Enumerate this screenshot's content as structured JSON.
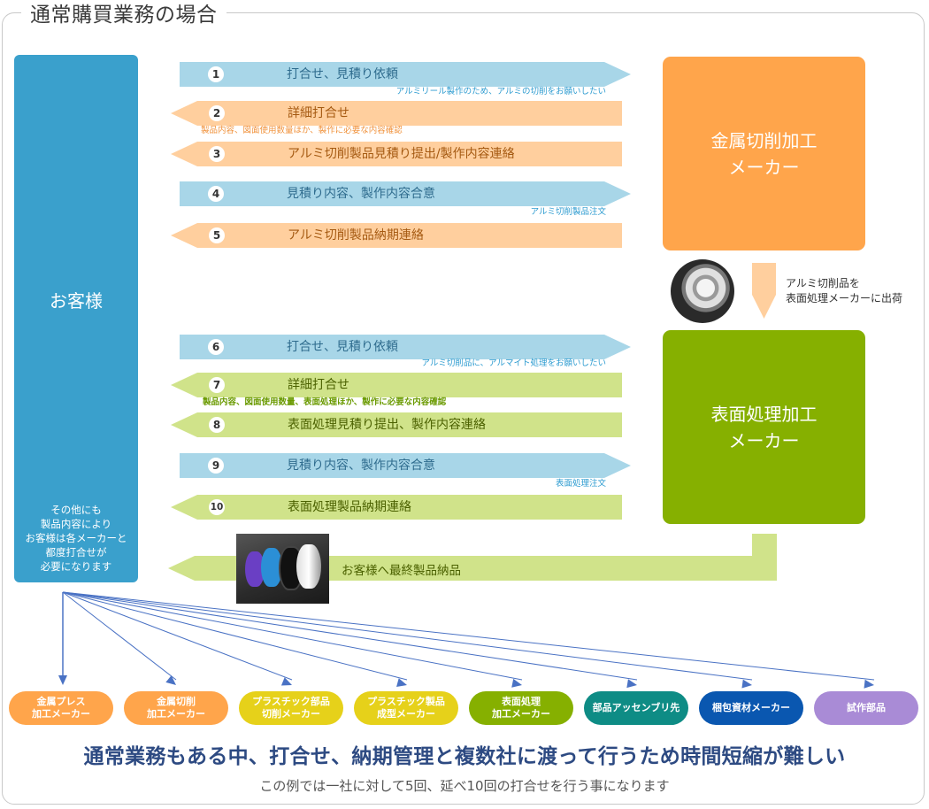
{
  "title": "通常購買業務の場合",
  "customer": {
    "name": "お客様",
    "note": "その他にも\n製品内容により\nお客様は各メーカーと\n都度打合せが\n必要になります",
    "color": "#3aa0cc"
  },
  "makers": {
    "metal_cutting": {
      "name": "金属切削加工\nメーカー",
      "color": "#ffa54b"
    },
    "surface_treatment": {
      "name": "表面処理加工\nメーカー",
      "color": "#86b000"
    }
  },
  "shipment_note": "アルミ切削品を\n表面処理メーカーに出荷",
  "steps": [
    {
      "num": "1",
      "label": "打合せ、見積り依頼",
      "direction": "right",
      "sub": "アルミリール製作のため、アルミの切削をお願いしたい"
    },
    {
      "num": "2",
      "label": "詳細打合せ",
      "direction": "left",
      "sub": "製品内容、図面使用数量ほか、製作に必要な内容確認"
    },
    {
      "num": "3",
      "label": "アルミ切削製品見積り提出/製作内容連絡",
      "direction": "left",
      "sub": ""
    },
    {
      "num": "4",
      "label": "見積り内容、製作内容合意",
      "direction": "right",
      "sub": "アルミ切削製品注文"
    },
    {
      "num": "5",
      "label": "アルミ切削製品納期連絡",
      "direction": "left",
      "sub": ""
    },
    {
      "num": "6",
      "label": "打合せ、見積り依頼",
      "direction": "right",
      "sub": "アルミ切削品に、アルマイト処理をお願いしたい"
    },
    {
      "num": "7",
      "label": "詳細打合せ",
      "direction": "left",
      "sub": "製品内容、図面使用数量、表面処理ほか、製作に必要な内容確認"
    },
    {
      "num": "8",
      "label": "表面処理見積り提出、製作内容連絡",
      "direction": "left",
      "sub": ""
    },
    {
      "num": "9",
      "label": "見積り内容、製作内容合意",
      "direction": "right",
      "sub": "表面処理注文"
    },
    {
      "num": "10",
      "label": "表面処理製品納期連絡",
      "direction": "left",
      "sub": ""
    }
  ],
  "final_delivery": "お客様へ最終製品納品",
  "suppliers": [
    {
      "label": "金属プレス\n加工メーカー",
      "color": "#ffa54b"
    },
    {
      "label": "金属切削\n加工メーカー",
      "color": "#ffa54b"
    },
    {
      "label": "プラスチック部品\n切削メーカー",
      "color": "#e6d11a"
    },
    {
      "label": "プラスチック製品\n成型メーカー",
      "color": "#e6d11a"
    },
    {
      "label": "表面処理\n加工メーカー",
      "color": "#86b000"
    },
    {
      "label": "部品アッセンブリ先",
      "color": "#0e8c85"
    },
    {
      "label": "梱包資材メーカー",
      "color": "#0a57b0"
    },
    {
      "label": "試作部品",
      "color": "#a98bd6"
    }
  ],
  "headline": "通常業務もある中、打合せ、納期管理と複数社に渡って行うため時間短縮が難しい",
  "subline": "この例では一社に対して5回、延べ10回の打合せを行う事になります",
  "colors": {
    "arrow_blue": "#a8d6e8",
    "arrow_orange": "#ffcf9e",
    "arrow_green": "#d0e38a",
    "fan_line": "#4a72c4"
  }
}
